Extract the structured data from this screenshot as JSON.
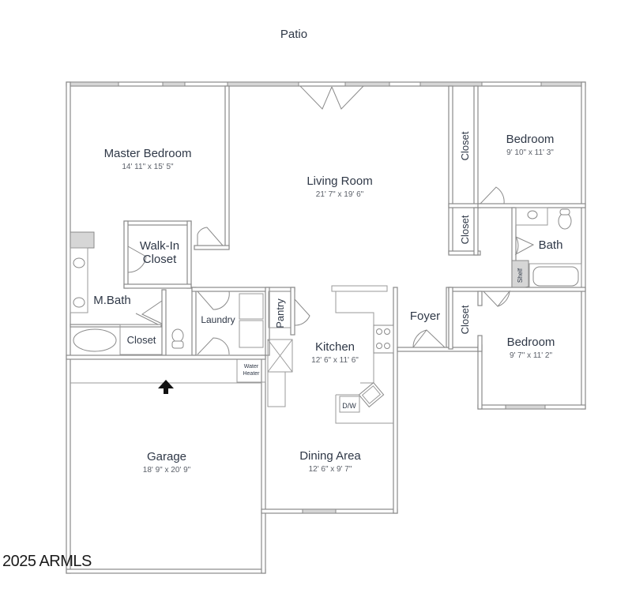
{
  "floorplan": {
    "exterior_label": "Patio",
    "watermark": "2025 ARMLS",
    "rooms": {
      "master_bedroom": {
        "name": "Master Bedroom",
        "dims": "14' 11\" x 15' 5\""
      },
      "living_room": {
        "name": "Living Room",
        "dims": "21' 7\" x 19' 6\""
      },
      "bedroom_1": {
        "name": "Bedroom",
        "dims": "9' 10\" x 11' 3\""
      },
      "bedroom_2": {
        "name": "Bedroom",
        "dims": "9' 7\" x 11' 2\""
      },
      "kitchen": {
        "name": "Kitchen",
        "dims": "12' 6\" x 11' 6\""
      },
      "dining_area": {
        "name": "Dining Area",
        "dims": "12' 6\" x 9' 7\""
      },
      "garage": {
        "name": "Garage",
        "dims": "18' 9\" x 20' 9\""
      },
      "walk_in_closet": {
        "name_line1": "Walk-In",
        "name_line2": "Closet"
      },
      "master_bath": {
        "name": "M.Bath"
      },
      "bath": {
        "name": "Bath"
      },
      "laundry": {
        "name": "Laundry"
      },
      "pantry": {
        "name": "Pantry"
      },
      "foyer": {
        "name": "Foyer"
      },
      "closet_mbath": {
        "name": "Closet"
      },
      "closet_bed1_upper": {
        "name": "Closet"
      },
      "closet_bed1_lower": {
        "name": "Closet"
      },
      "closet_bed2": {
        "name": "Closet"
      }
    },
    "fixtures": {
      "shelf": "Shelf",
      "dishwasher": "D/W",
      "water_heater_line1": "Water",
      "water_heater_line2": "Heater"
    }
  }
}
